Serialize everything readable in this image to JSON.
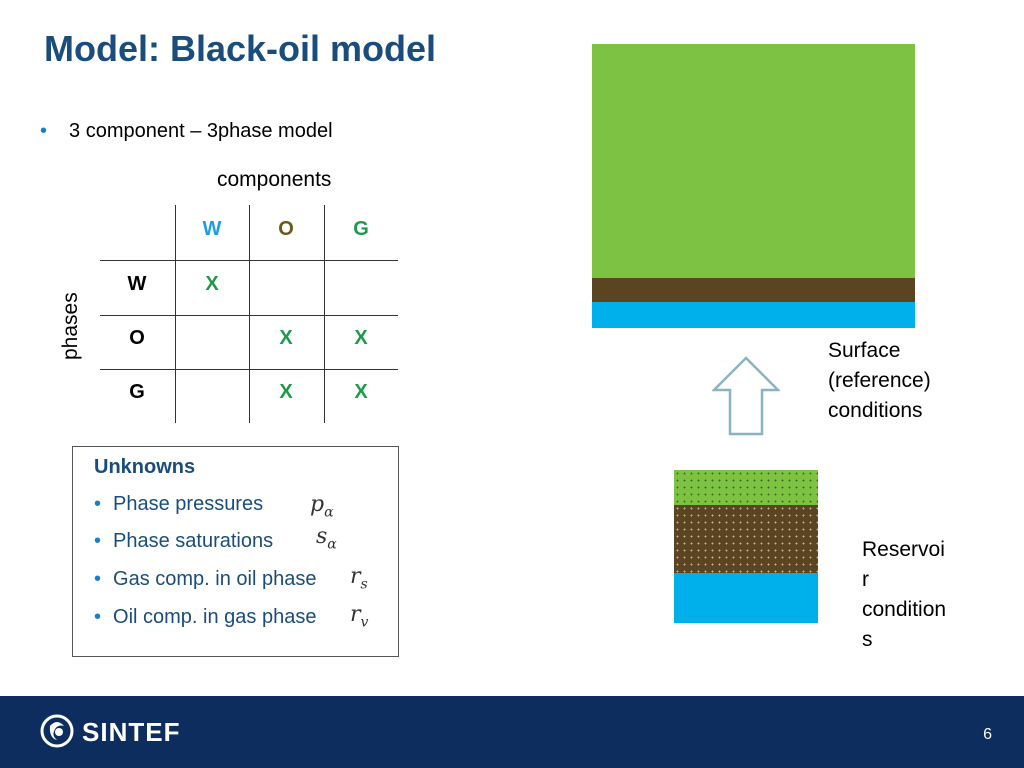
{
  "slide": {
    "title": "Model: Black-oil model",
    "bullet": "3 component – 3phase model",
    "page_number": "6"
  },
  "table": {
    "components_label": "components",
    "phases_label": "phases",
    "col_headers": [
      "W",
      "O",
      "G"
    ],
    "col_header_colors": [
      "#1a9fe0",
      "#6b5a1e",
      "#1e9a4a"
    ],
    "row_headers": [
      "W",
      "O",
      "G"
    ],
    "cells": [
      [
        "X",
        "",
        ""
      ],
      [
        "",
        "X",
        "X"
      ],
      [
        "",
        "X",
        "X"
      ]
    ],
    "mark_color": "#1e9a4a"
  },
  "unknowns": {
    "title": "Unknowns",
    "items": [
      {
        "text": "Phase  pressures",
        "symbol": "p",
        "sub": "α"
      },
      {
        "text": "Phase saturations",
        "symbol": "s",
        "sub": "α"
      },
      {
        "text": "Gas comp. in oil phase",
        "symbol": "r",
        "sub": "s"
      },
      {
        "text": "Oil comp. in gas phase",
        "symbol": "r",
        "sub": "v"
      }
    ]
  },
  "illustration": {
    "surface_label": "Surface\n(reference)\nconditions",
    "reservoir_label": "Reservoi\nr\ncondition\ns",
    "colors": {
      "gas": "#7dc243",
      "oil": "#5a4422",
      "water": "#00b0ea",
      "arrow": "#8ab5c0"
    }
  },
  "footer": {
    "logo": "SINTEF",
    "bg_color": "#0e2d5f"
  }
}
